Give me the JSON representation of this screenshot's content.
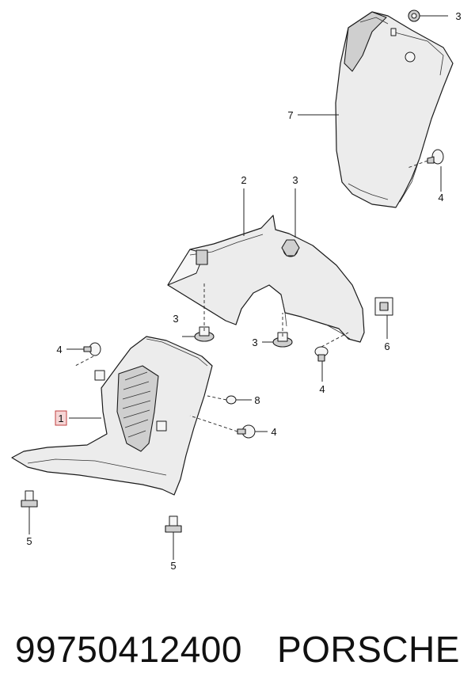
{
  "callouts": {
    "c1": "1",
    "c2": "2",
    "c3_top": "3",
    "c3_mid": "3",
    "c3_left": "3",
    "c3_center": "3",
    "c4_right": "4",
    "c4_left": "4",
    "c4_center": "4",
    "c4_lower": "4",
    "c5_left": "5",
    "c5_right": "5",
    "c6": "6",
    "c7": "7",
    "c8": "8"
  },
  "footer": {
    "part_number": "99750412400",
    "brand": "PORSCHE"
  },
  "colors": {
    "highlight": "#f6d6d6",
    "highlight_border": "#c04040"
  }
}
